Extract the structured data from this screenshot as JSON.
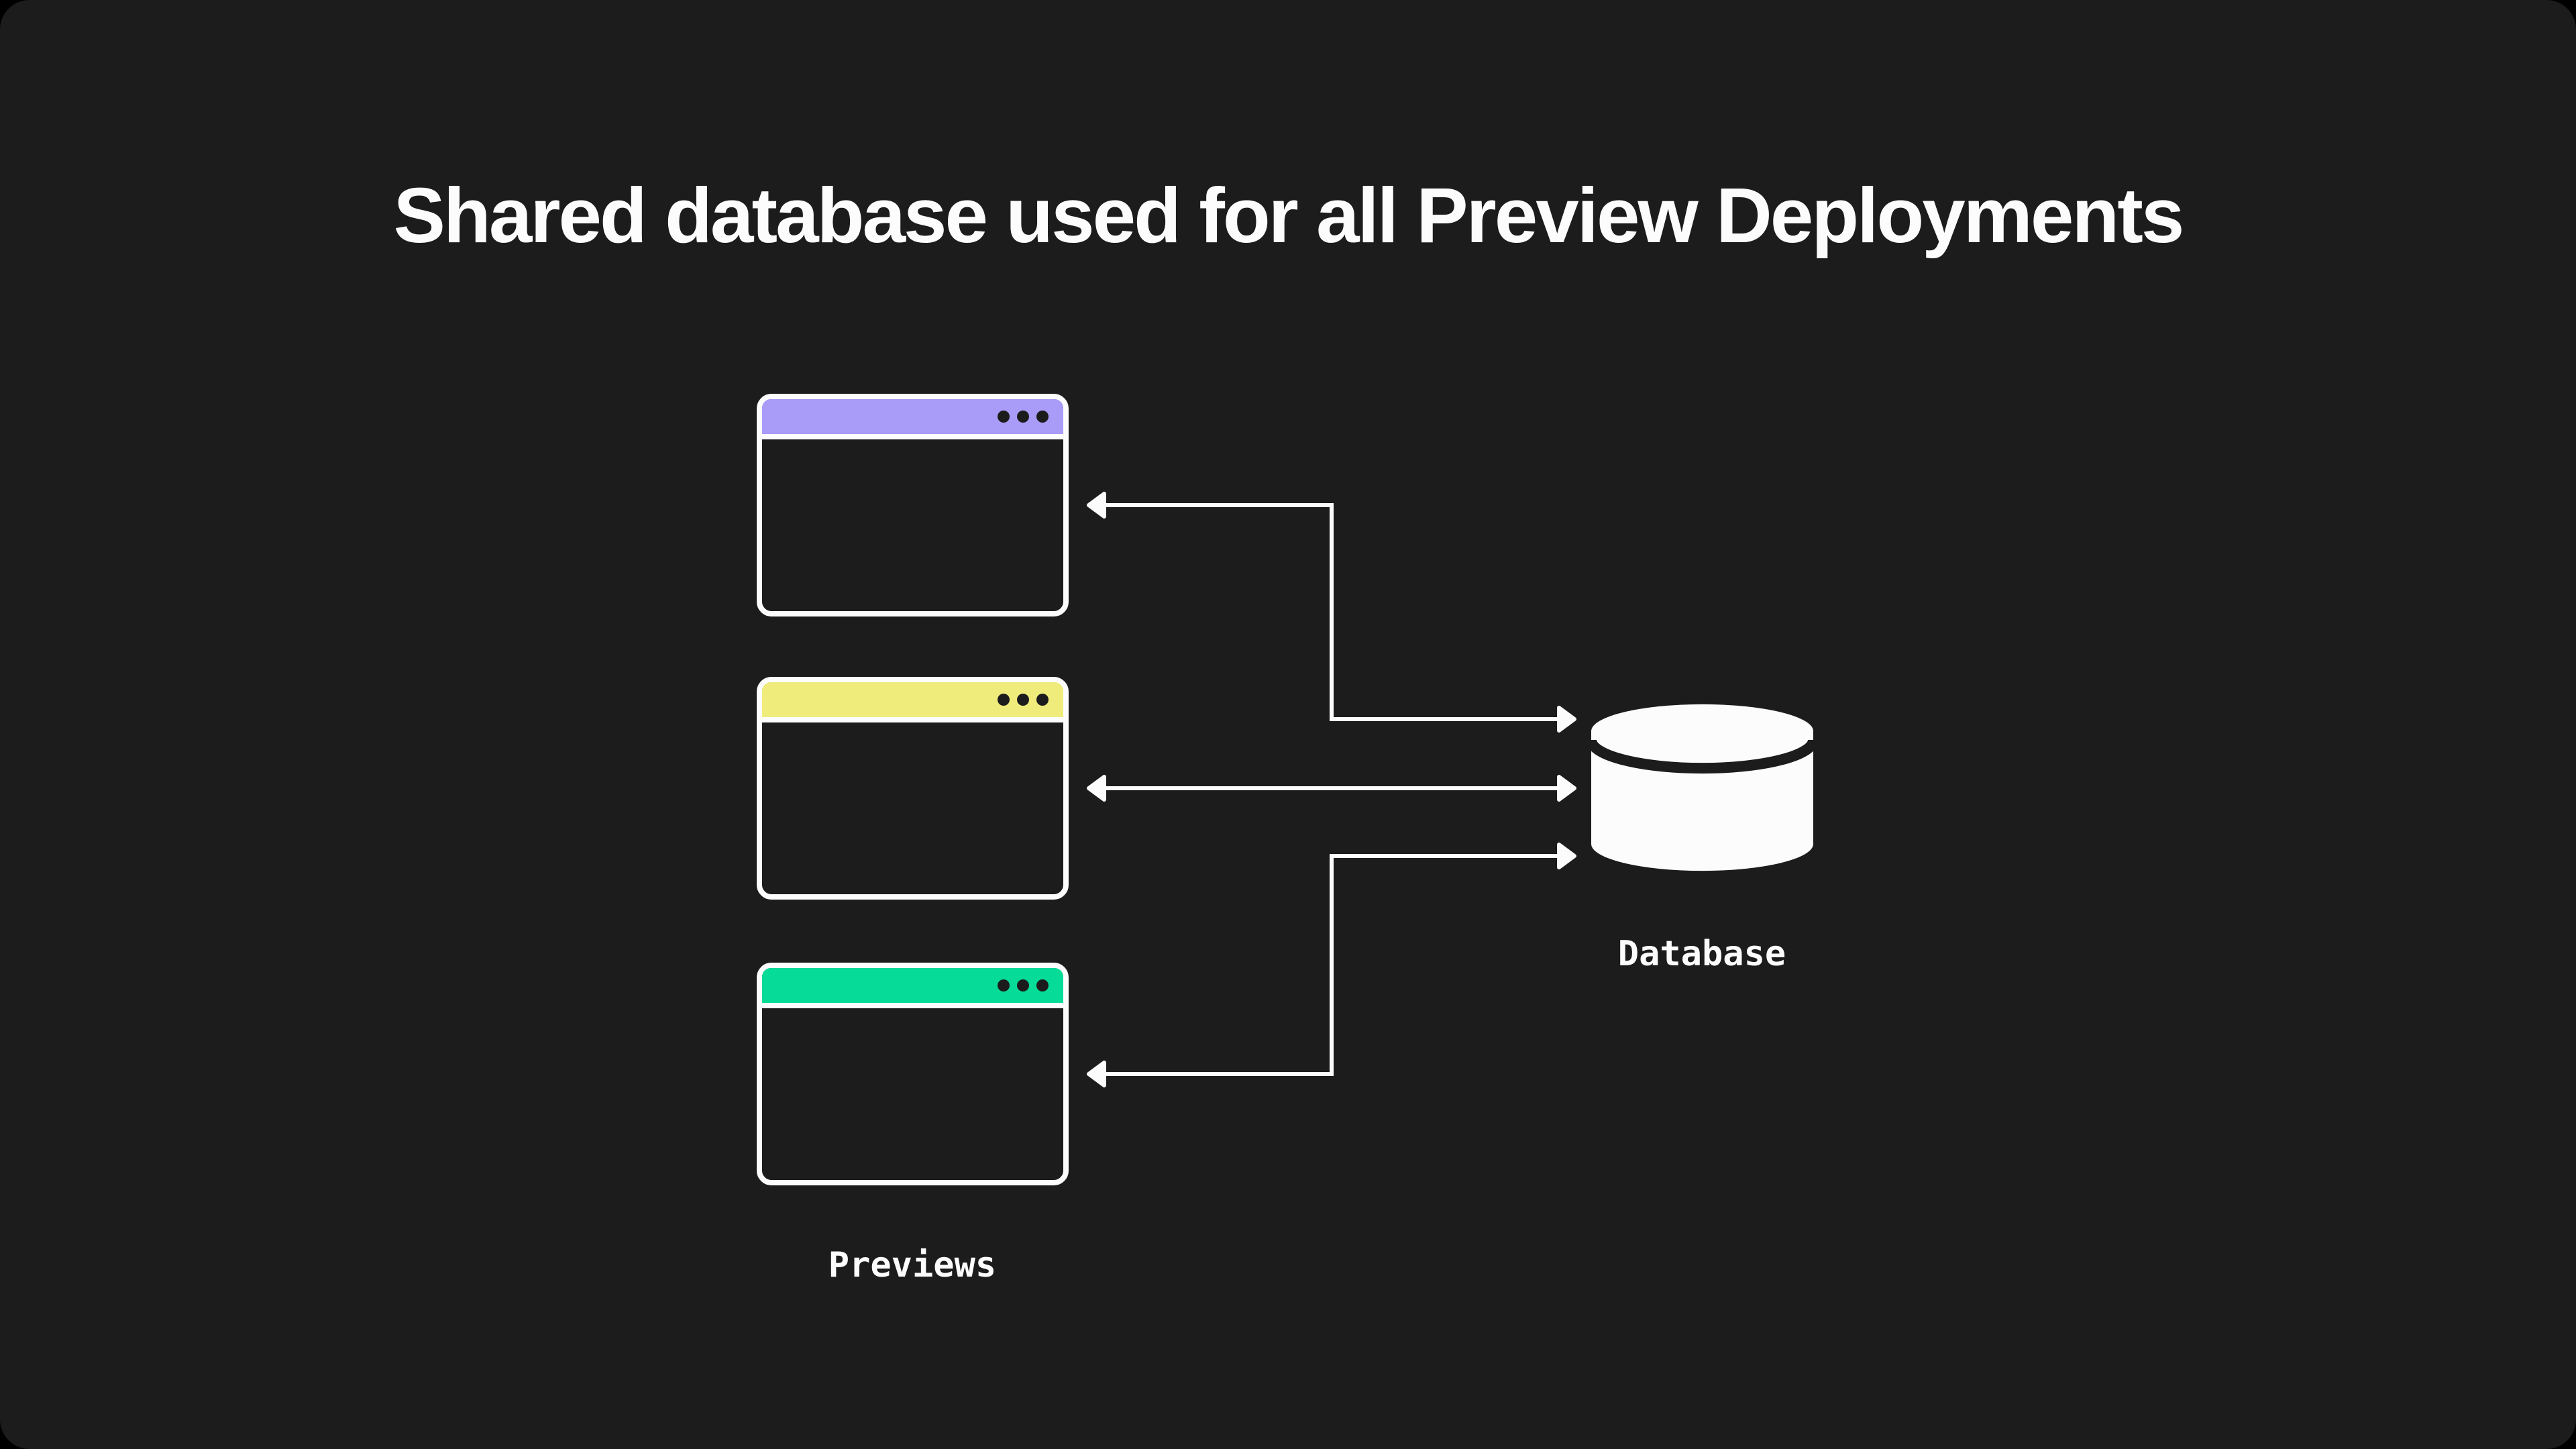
{
  "title": "Shared database used for all Preview Deployments",
  "previews": {
    "label": "Previews",
    "windows": [
      {
        "name": "preview-window-1",
        "accent_color_key": "purple"
      },
      {
        "name": "preview-window-2",
        "accent_color_key": "yellow"
      },
      {
        "name": "preview-window-3",
        "accent_color_key": "green"
      }
    ]
  },
  "database": {
    "label": "Database",
    "icon": "database-cylinder-icon"
  },
  "connections": [
    {
      "from": "database",
      "to": "preview-window-1",
      "style": "elbow",
      "arrowheads": [
        "left",
        "right"
      ]
    },
    {
      "from": "database",
      "to": "preview-window-2",
      "style": "straight",
      "arrowheads": [
        "left",
        "right"
      ]
    },
    {
      "from": "database",
      "to": "preview-window-3",
      "style": "elbow",
      "arrowheads": [
        "left",
        "right"
      ]
    }
  ],
  "icons": {
    "window_controls": "window-dots-icon"
  },
  "colors": {
    "bg": "#1c1c1c",
    "white": "#fcfcfc",
    "purple": "#a99cf8",
    "yellow": "#f0ec7c",
    "green": "#06dc97",
    "dot": "#1c1c1c"
  }
}
